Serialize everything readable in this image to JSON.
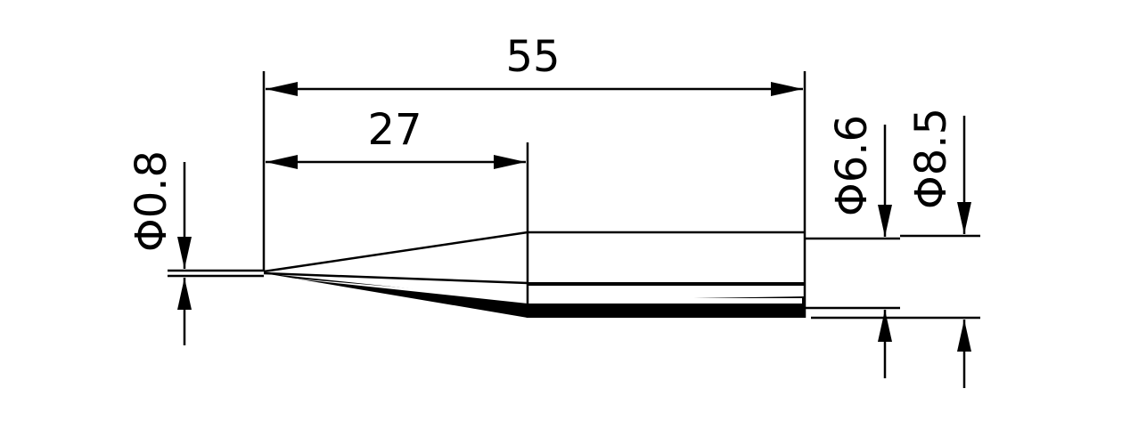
{
  "drawing": {
    "type": "technical-drawing",
    "subject": "tapered tip",
    "dimensions": {
      "total_length": "55",
      "taper_length": "27",
      "tip_diameter": "Φ0.8",
      "inner_diameter": "Φ6.6",
      "outer_diameter": "Φ8.5"
    },
    "colors": {
      "line": "#000000",
      "background": "#ffffff"
    }
  }
}
